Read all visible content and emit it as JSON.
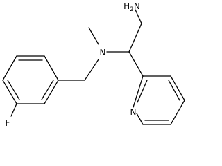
{
  "molecule": {
    "atom_labels": {
      "amine": "H2N",
      "tertiary_amine": "N",
      "fluorine": "F",
      "pyridine_nitrogen": "N"
    }
  },
  "colors": {
    "bond": "#000000",
    "label": "#000000",
    "background": "#ffffff"
  }
}
